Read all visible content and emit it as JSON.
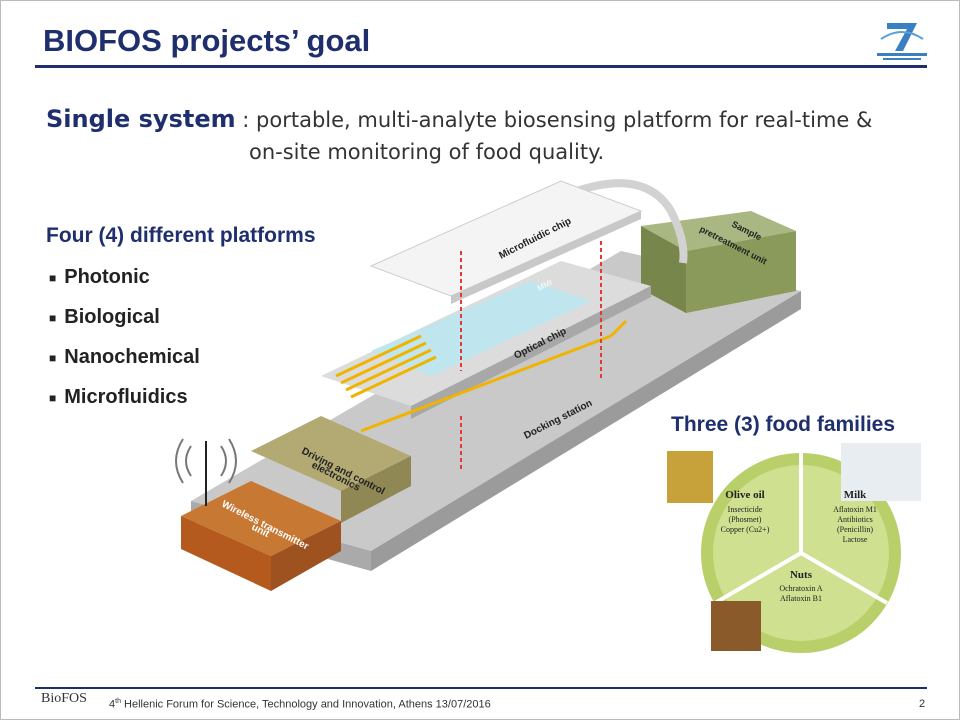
{
  "title": "BIOFOS projects’ goal",
  "intro": {
    "head": "Single system",
    "line1": " : portable, multi-analyte biosensing platform for real-time &",
    "line2": "on-site monitoring of food quality."
  },
  "platforms": {
    "heading": "Four (4) different platforms",
    "items": [
      "Photonic",
      "Biological",
      "Nanochemical",
      "Microfluidics"
    ]
  },
  "diagram": {
    "microfluidic_chip": "Microfluidic chip",
    "mmi": "MMI",
    "optical_chip": "Optical chip",
    "docking_station": "Docking station",
    "sample_unit": [
      "Sample",
      "pretreatment unit"
    ],
    "driving_electronics": [
      "Driving and control",
      "electronics"
    ],
    "wireless_unit": [
      "Wireless transmitter",
      "unit"
    ]
  },
  "food": {
    "heading": "Three (3) food families",
    "olive": {
      "name": "Olive oil",
      "items": [
        "Insecticide",
        "(Phosmet)",
        "Copper (Cu2+)"
      ]
    },
    "milk": {
      "name": "Milk",
      "items": [
        "Aflatoxin M1",
        "Antibiotics",
        "(Penicillin)",
        "Lactose"
      ]
    },
    "nuts": {
      "name": "Nuts",
      "items": [
        "Ochratoxin A",
        "Aflatoxin B1"
      ]
    }
  },
  "footer": {
    "logo": "BioFOS",
    "sup": "th",
    "num": "4",
    "text": " Hellenic Forum for Science, Technology and Innovation, Athens 13/07/2016",
    "page": "2"
  },
  "colors": {
    "title": "#1f2f6e",
    "gold": "#f0b400",
    "sample_green": "#8a9a5b",
    "wireless": "#b55a1e",
    "wheel": "#b8cf6a"
  }
}
